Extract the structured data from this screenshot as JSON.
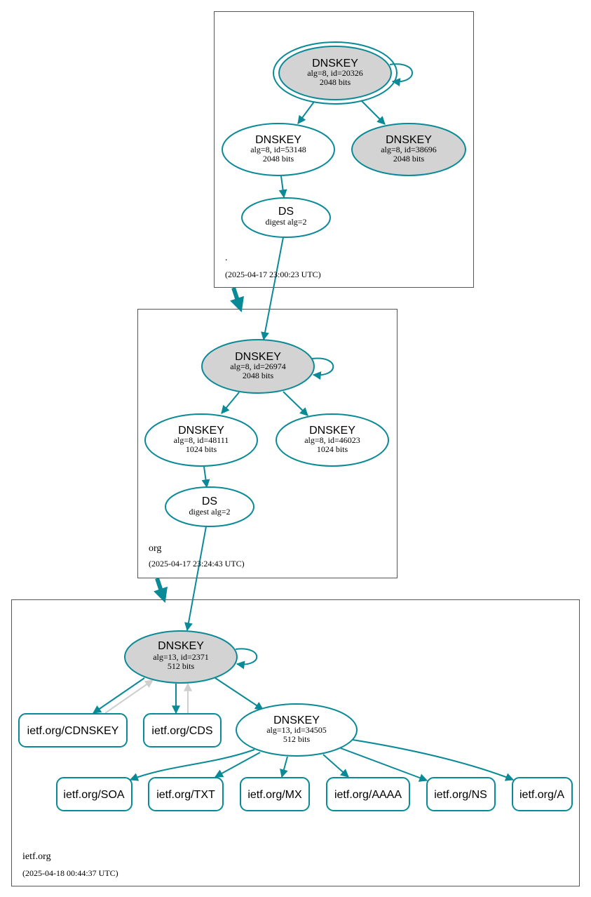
{
  "colors": {
    "edge": "#0a8a96",
    "edge_gray": "#cfcfcf",
    "node_fill_gray": "#d3d3d3",
    "node_fill_white": "#ffffff"
  },
  "zones": [
    {
      "name": ".",
      "timestamp": "(2025-04-17 23:00:23 UTC)",
      "nodes": [
        {
          "type": "DNSKEY",
          "line1": "alg=8, id=20326",
          "line2": "2048 bits"
        },
        {
          "type": "DNSKEY",
          "line1": "alg=8, id=53148",
          "line2": "2048 bits"
        },
        {
          "type": "DNSKEY",
          "line1": "alg=8, id=38696",
          "line2": "2048 bits"
        },
        {
          "type": "DS",
          "line1": "digest alg=2"
        }
      ]
    },
    {
      "name": "org",
      "timestamp": "(2025-04-17 23:24:43 UTC)",
      "nodes": [
        {
          "type": "DNSKEY",
          "line1": "alg=8, id=26974",
          "line2": "2048 bits"
        },
        {
          "type": "DNSKEY",
          "line1": "alg=8, id=48111",
          "line2": "1024 bits"
        },
        {
          "type": "DNSKEY",
          "line1": "alg=8, id=46023",
          "line2": "1024 bits"
        },
        {
          "type": "DS",
          "line1": "digest alg=2"
        }
      ]
    },
    {
      "name": "ietf.org",
      "timestamp": "(2025-04-18 00:44:37 UTC)",
      "nodes": [
        {
          "type": "DNSKEY",
          "line1": "alg=13, id=2371",
          "line2": "512 bits"
        },
        {
          "type": "DNSKEY",
          "line1": "alg=13, id=34505",
          "line2": "512 bits"
        }
      ],
      "rrsets": [
        "ietf.org/CDNSKEY",
        "ietf.org/CDS",
        "ietf.org/SOA",
        "ietf.org/TXT",
        "ietf.org/MX",
        "ietf.org/AAAA",
        "ietf.org/NS",
        "ietf.org/A"
      ]
    }
  ]
}
